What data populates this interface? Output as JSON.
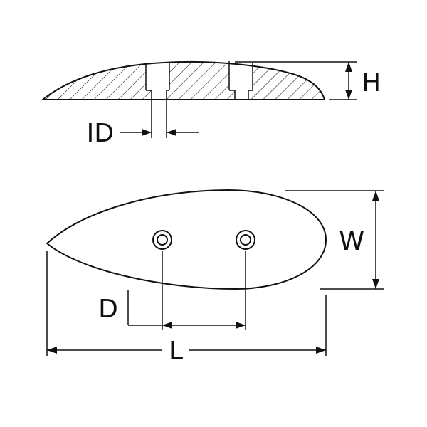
{
  "diagram": {
    "dimension_labels": {
      "height": "H",
      "inner_diameter": "ID",
      "width": "W",
      "hole_spacing": "D",
      "length": "L"
    },
    "colors": {
      "line": "#111111",
      "background": "#ffffff"
    }
  }
}
